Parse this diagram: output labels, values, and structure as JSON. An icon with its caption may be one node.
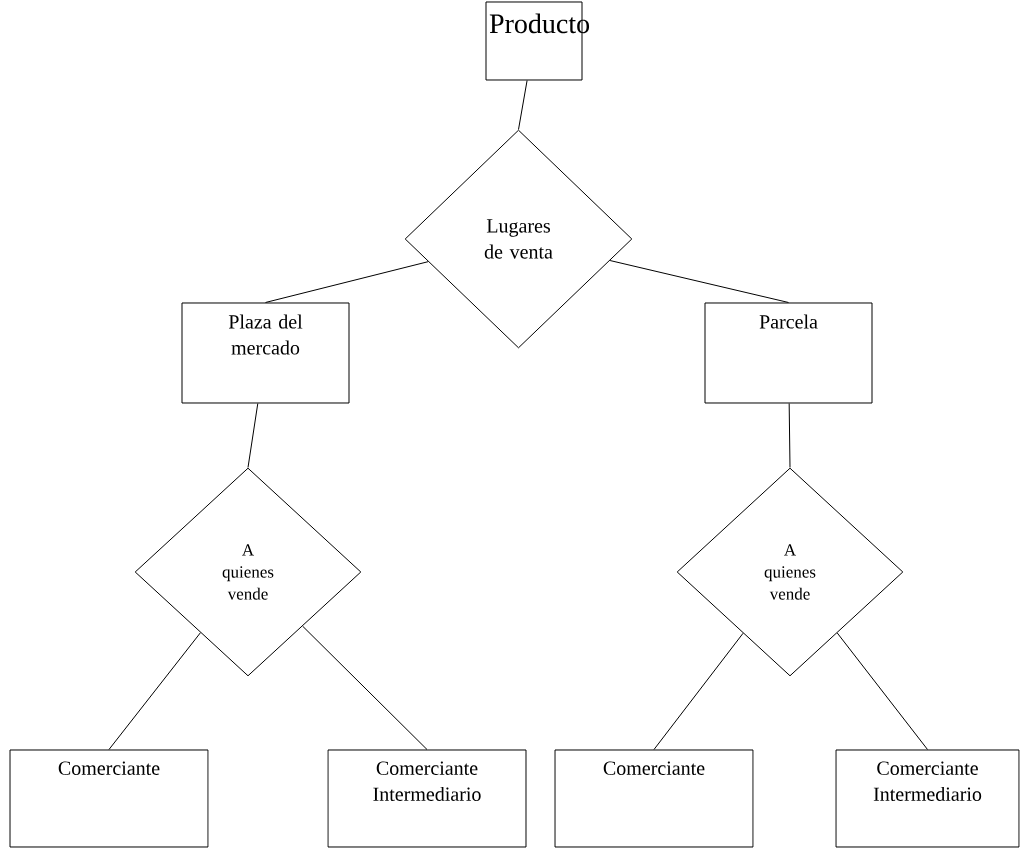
{
  "diagram": {
    "nodes": [
      {
        "text": [
          "Producto"
        ]
      },
      {
        "text": [
          "Lugares de venta"
        ]
      },
      {
        "text": [
          "Plaza del mercado"
        ]
      },
      {
        "text": [
          "Parcela"
        ]
      },
      {
        "text": [
          "A quienes vende"
        ]
      },
      {
        "text": [
          "A quienes vende"
        ]
      },
      {
        "text": [
          "Comerciante"
        ]
      },
      {
        "text": [
          "Comerciante Intermediario"
        ]
      },
      {
        "text": [
          "Comerciante"
        ]
      },
      {
        "text": [
          "Comerciante Intermediario"
        ]
      }
    ],
    "edges": [
      {
        "from": 0,
        "to": 1,
        "arrow": "none"
      },
      {
        "from": 1,
        "to": 2,
        "arrow": "none"
      },
      {
        "from": 1,
        "to": 3,
        "arrow": "none"
      },
      {
        "from": 2,
        "to": 4,
        "arrow": "none"
      },
      {
        "from": 3,
        "to": 5,
        "arrow": "none"
      },
      {
        "from": 4,
        "to": 6,
        "arrow": "none"
      },
      {
        "from": 4,
        "to": 7,
        "arrow": "none"
      },
      {
        "from": 5,
        "to": 8,
        "arrow": "none"
      },
      {
        "from": 5,
        "to": 9,
        "arrow": "none"
      }
    ]
  }
}
